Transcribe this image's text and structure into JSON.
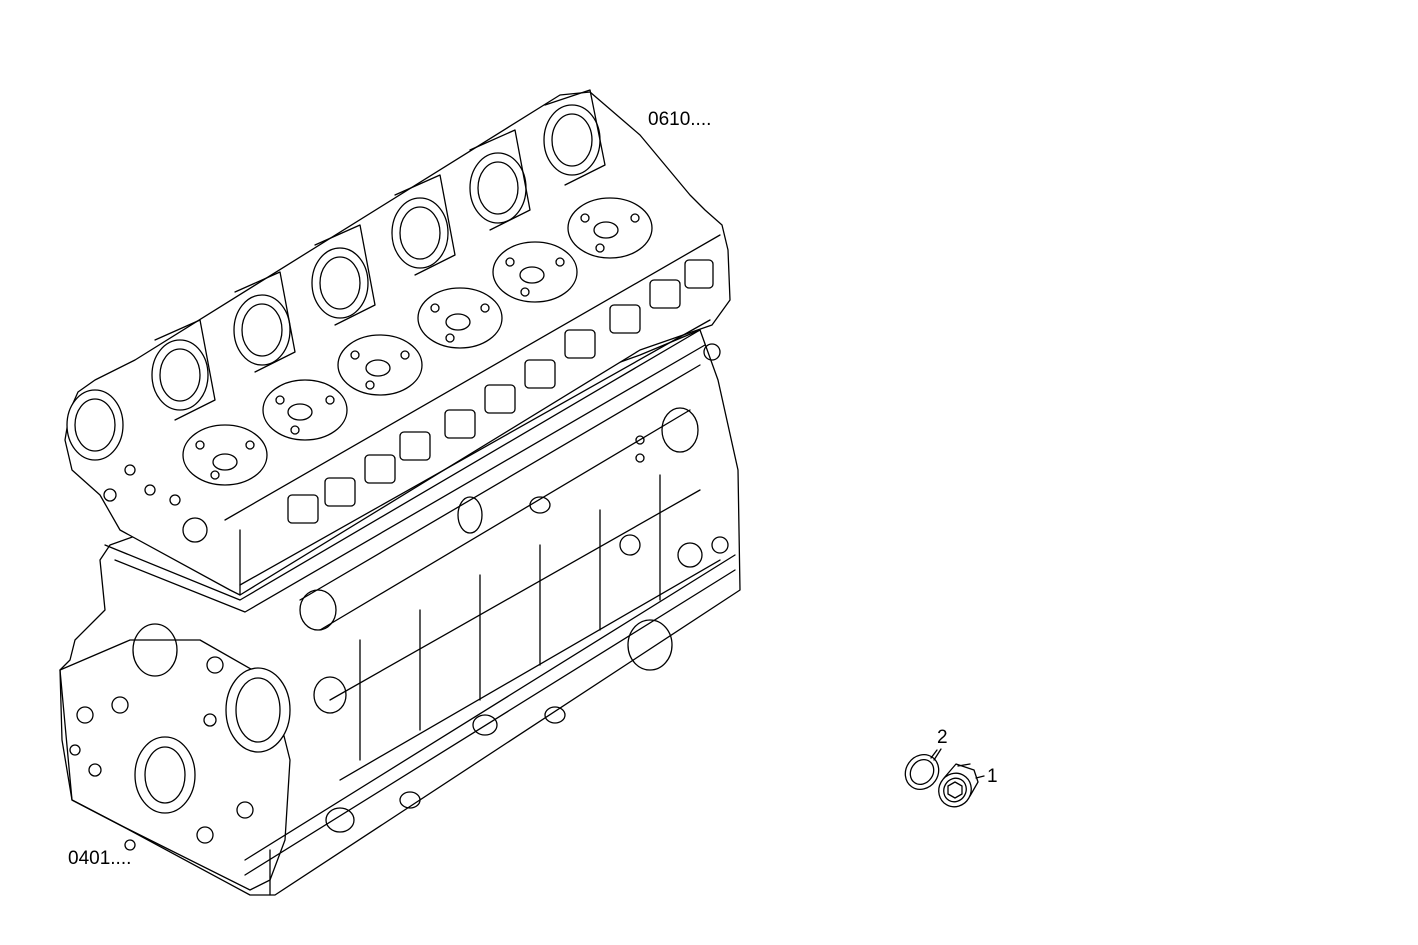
{
  "labels": {
    "cylinder_head_ref": "0610....",
    "engine_block_ref": "0401....",
    "plug_callout": "1",
    "washer_callout": "2"
  },
  "colors": {
    "line": "#000000",
    "background": "#ffffff"
  }
}
